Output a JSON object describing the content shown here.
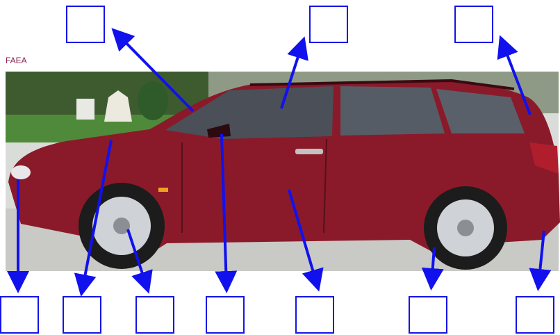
{
  "credit": "FAEA",
  "colors": {
    "box_border": "#1414e6",
    "arrow": "#1111ee",
    "car_body": "#8a1a2a",
    "credit_text": "#8b2252"
  },
  "label_boxes": [
    "",
    "",
    "",
    "",
    "",
    "",
    "",
    "",
    "",
    ""
  ],
  "image": {
    "subject": "car-side-view",
    "icons": [
      "car-body",
      "front-wheel",
      "rear-wheel",
      "side-mirror",
      "window",
      "headlight",
      "tail-light"
    ]
  }
}
